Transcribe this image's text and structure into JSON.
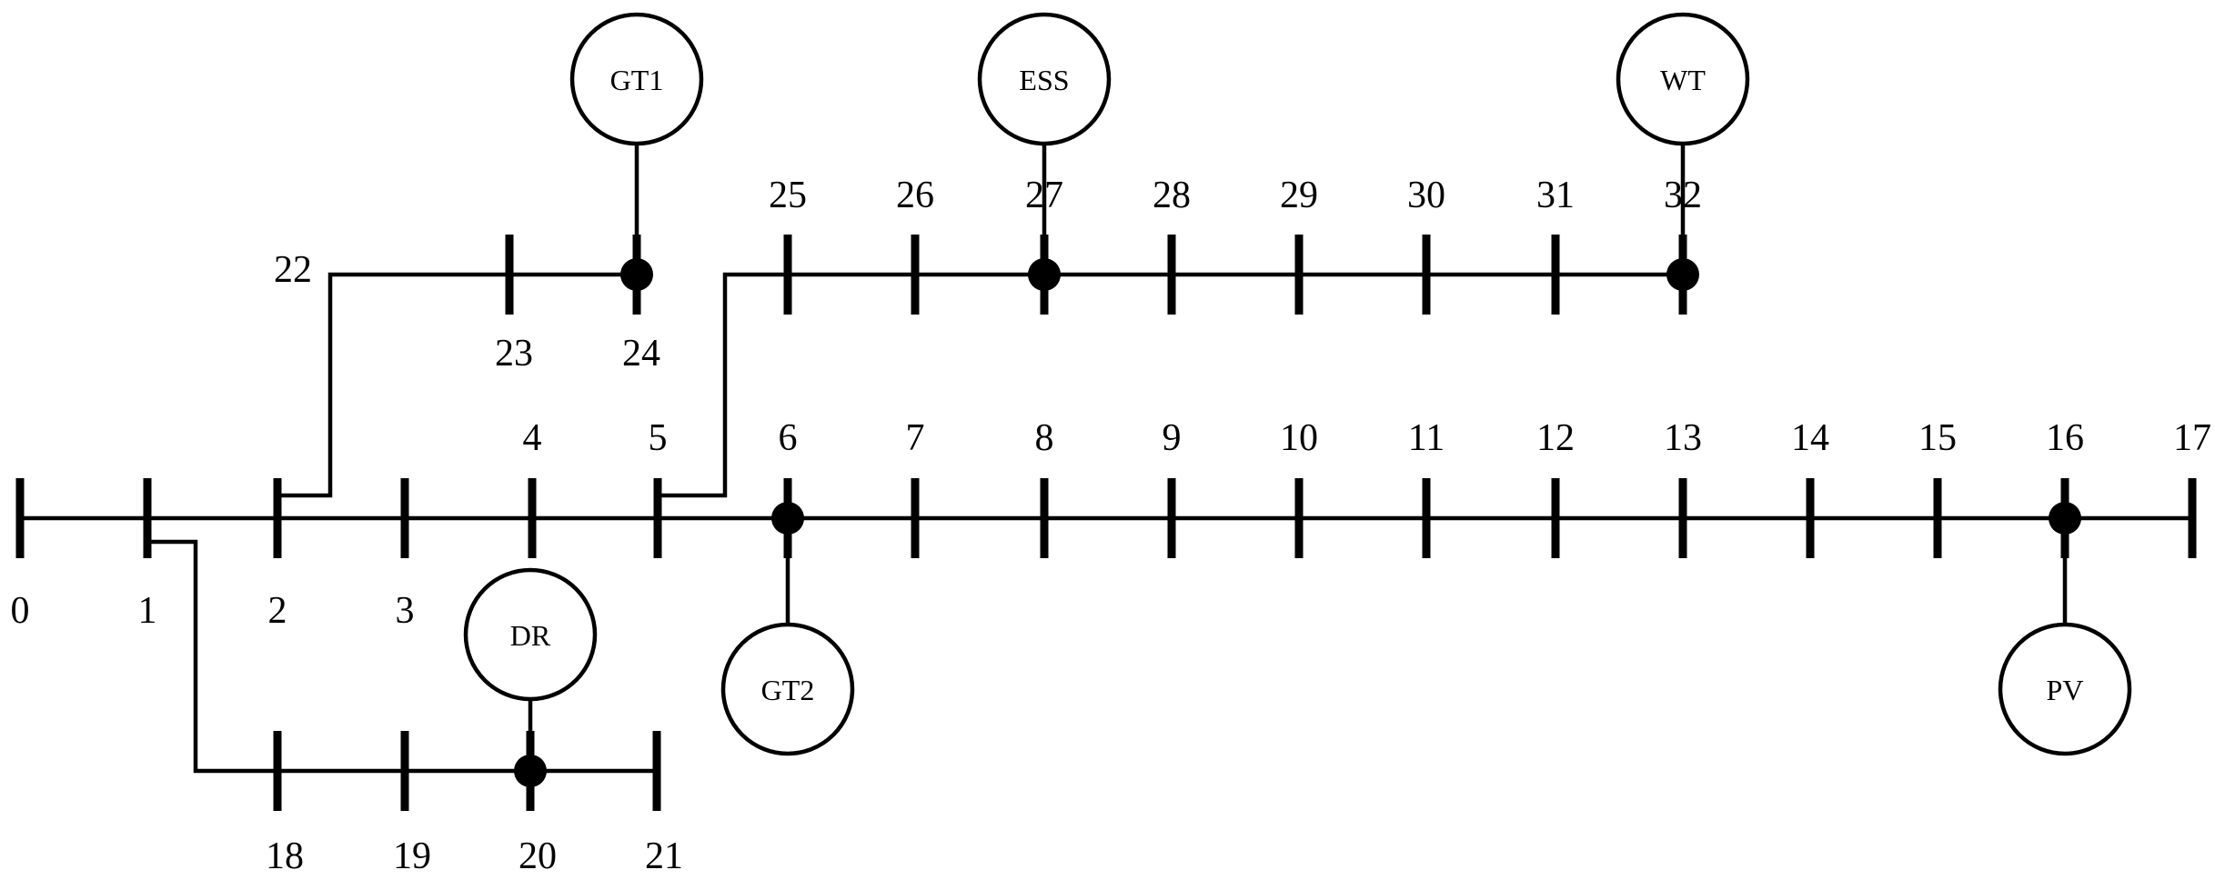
{
  "chart_data": {
    "type": "diagram",
    "buses": [
      "0",
      "1",
      "2",
      "3",
      "4",
      "5",
      "6",
      "7",
      "8",
      "9",
      "10",
      "11",
      "12",
      "13",
      "14",
      "15",
      "16",
      "17",
      "18",
      "19",
      "20",
      "21",
      "22",
      "23",
      "24",
      "25",
      "26",
      "27",
      "28",
      "29",
      "30",
      "31",
      "32"
    ],
    "branches": [
      [
        "0",
        "1"
      ],
      [
        "1",
        "2"
      ],
      [
        "2",
        "3"
      ],
      [
        "3",
        "4"
      ],
      [
        "4",
        "5"
      ],
      [
        "5",
        "6"
      ],
      [
        "6",
        "7"
      ],
      [
        "7",
        "8"
      ],
      [
        "8",
        "9"
      ],
      [
        "9",
        "10"
      ],
      [
        "10",
        "11"
      ],
      [
        "11",
        "12"
      ],
      [
        "12",
        "13"
      ],
      [
        "13",
        "14"
      ],
      [
        "14",
        "15"
      ],
      [
        "15",
        "16"
      ],
      [
        "16",
        "17"
      ],
      [
        "1",
        "18"
      ],
      [
        "18",
        "19"
      ],
      [
        "19",
        "20"
      ],
      [
        "20",
        "21"
      ],
      [
        "2",
        "22"
      ],
      [
        "22",
        "23"
      ],
      [
        "23",
        "24"
      ],
      [
        "5",
        "25"
      ],
      [
        "25",
        "26"
      ],
      [
        "26",
        "27"
      ],
      [
        "27",
        "28"
      ],
      [
        "28",
        "29"
      ],
      [
        "29",
        "30"
      ],
      [
        "30",
        "31"
      ],
      [
        "31",
        "32"
      ]
    ],
    "generators": [
      {
        "label": "GT1",
        "bus": "24"
      },
      {
        "label": "ESS",
        "bus": "27"
      },
      {
        "label": "WT",
        "bus": "32"
      },
      {
        "label": "DR",
        "bus": "20"
      },
      {
        "label": "GT2",
        "bus": "6"
      },
      {
        "label": "PV",
        "bus": "16"
      }
    ]
  }
}
